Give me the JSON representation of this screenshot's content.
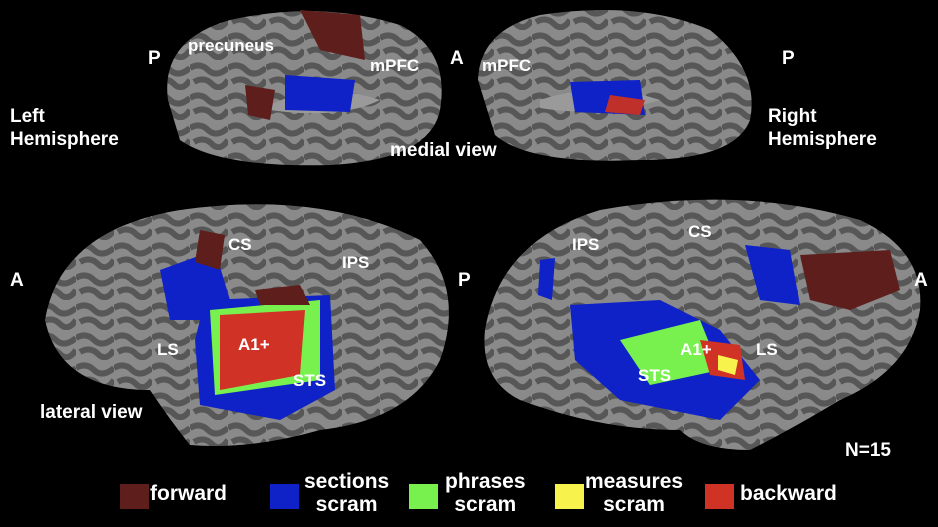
{
  "figure": {
    "left_hemisphere_label": [
      "Left",
      "Hemisphere"
    ],
    "right_hemisphere_label": [
      "Right",
      "Hemisphere"
    ],
    "medial_view_label": "medial view",
    "lateral_view_label": "lateral view",
    "subject_count": "N=15",
    "medial_left": {
      "posterior": "P",
      "anterior": "A",
      "regions": [
        "precuneus",
        "mPFC"
      ]
    },
    "medial_right": {
      "region": "mPFC",
      "posterior": "P"
    },
    "lateral_left": {
      "anterior": "A",
      "regions": [
        "CS",
        "IPS",
        "LS",
        "A1+",
        "STS"
      ]
    },
    "lateral_right": {
      "posterior": "P",
      "anterior": "A",
      "regions": [
        "IPS",
        "CS",
        "A1+",
        "LS",
        "STS"
      ]
    }
  },
  "legend": [
    {
      "label": [
        "forward"
      ],
      "color": "#5e1f1c"
    },
    {
      "label": [
        "sections",
        "scram"
      ],
      "color": "#0e22c8"
    },
    {
      "label": [
        "phrases",
        "scram"
      ],
      "color": "#78f04e"
    },
    {
      "label": [
        "measures",
        "scram"
      ],
      "color": "#f8f24c"
    },
    {
      "label": [
        "backward"
      ],
      "color": "#d03226"
    }
  ],
  "colors": {
    "cortex_light": "#8a8a8a",
    "cortex_dark": "#555555"
  }
}
